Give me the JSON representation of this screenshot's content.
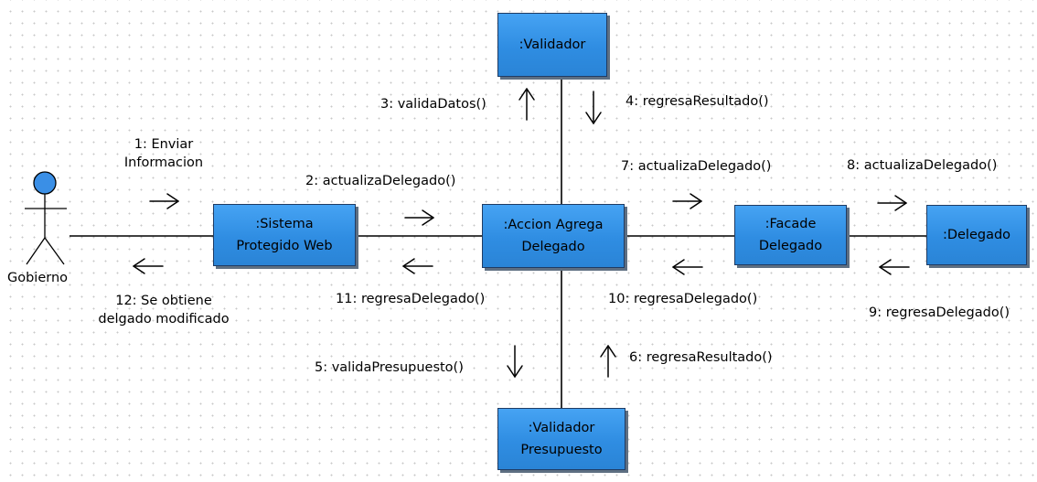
{
  "actor": {
    "label": "Gobierno"
  },
  "objects": {
    "validador": ":Validador",
    "sistema": ":Sistema\nProtegido Web",
    "accion": ":Accion Agrega\nDelegado",
    "facade": ":Facade\nDelegado",
    "delegado": ":Delegado",
    "validador_presupuesto": ":Validador\nPresupuesto"
  },
  "messages": {
    "m1_line1": "1: Enviar",
    "m1_line2": "Informacion",
    "m2": "2: actualizaDelegado()",
    "m3": "3: validaDatos()",
    "m4": "4: regresaResultado()",
    "m5": "5: validaPresupuesto()",
    "m6": "6: regresaResultado()",
    "m7": "7: actualizaDelegado()",
    "m8": "8: actualizaDelegado()",
    "m9": "9: regresaDelegado()",
    "m10": "10: regresaDelegado()",
    "m11": "11: regresaDelegado()",
    "m12_line1": "12: Se obtiene",
    "m12_line2": "delgado modificado"
  },
  "colors": {
    "object_fill": "#3597ea",
    "object_border": "#1f3b63",
    "object_shadow": "#5e6f82",
    "actor_head": "#3a8fe6",
    "line": "#000000"
  }
}
